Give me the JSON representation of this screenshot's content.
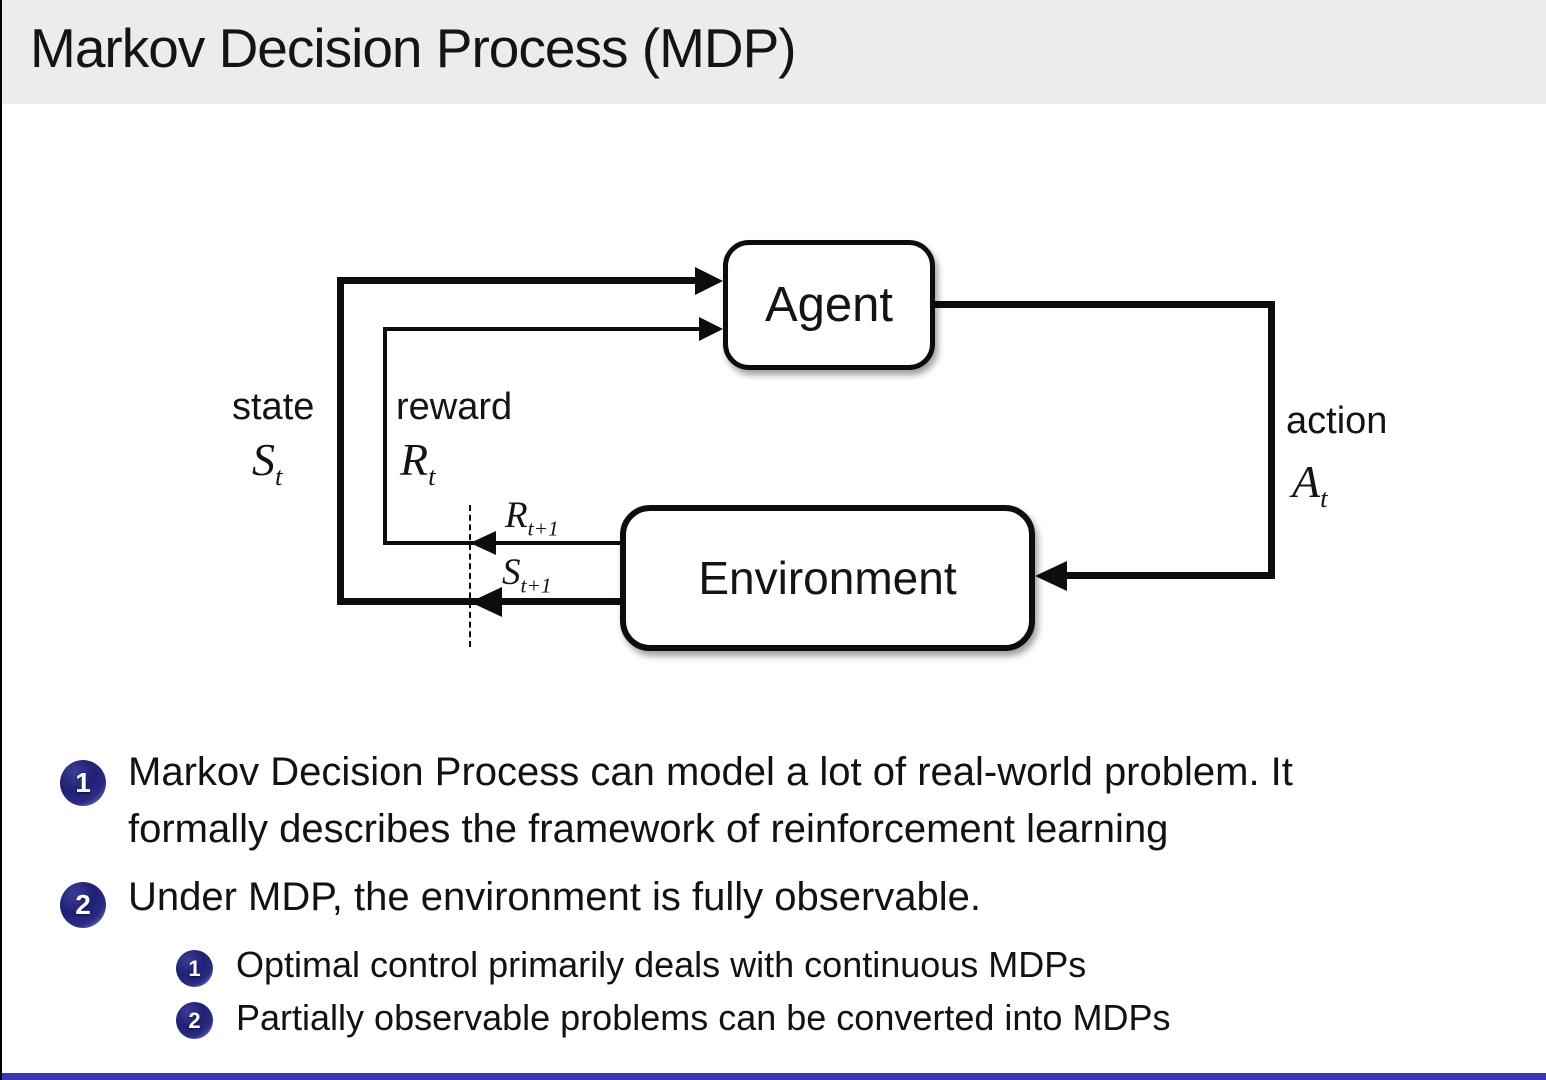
{
  "slide": {
    "title": "Markov Decision Process (MDP)",
    "colors": {
      "header_bg": "#ececec",
      "footer_bar": "#3939b5",
      "ball": "#26267c",
      "line": "#0d0d0d",
      "text": "#121212"
    }
  },
  "diagram": {
    "agent": "Agent",
    "environment": "Environment",
    "state": {
      "label": "state",
      "symbol": "S",
      "subscript": "t"
    },
    "reward": {
      "label": "reward",
      "symbol": "R",
      "subscript": "t"
    },
    "action": {
      "label": "action",
      "symbol": "A",
      "subscript": "t"
    },
    "next_reward": {
      "symbol": "R",
      "subscript": "t+1"
    },
    "next_state": {
      "symbol": "S",
      "subscript": "t+1"
    }
  },
  "bullets": {
    "items": [
      {
        "number": "1",
        "lines": [
          "Markov Decision Process can model a lot of real-world problem. It",
          "formally describes the framework of reinforcement learning"
        ]
      },
      {
        "number": "2",
        "lines": [
          "Under MDP, the environment is fully observable."
        ]
      }
    ],
    "subitems": [
      {
        "number": "1",
        "text": "Optimal control primarily deals with continuous MDPs"
      },
      {
        "number": "2",
        "text": "Partially observable problems can be converted into MDPs"
      }
    ]
  }
}
